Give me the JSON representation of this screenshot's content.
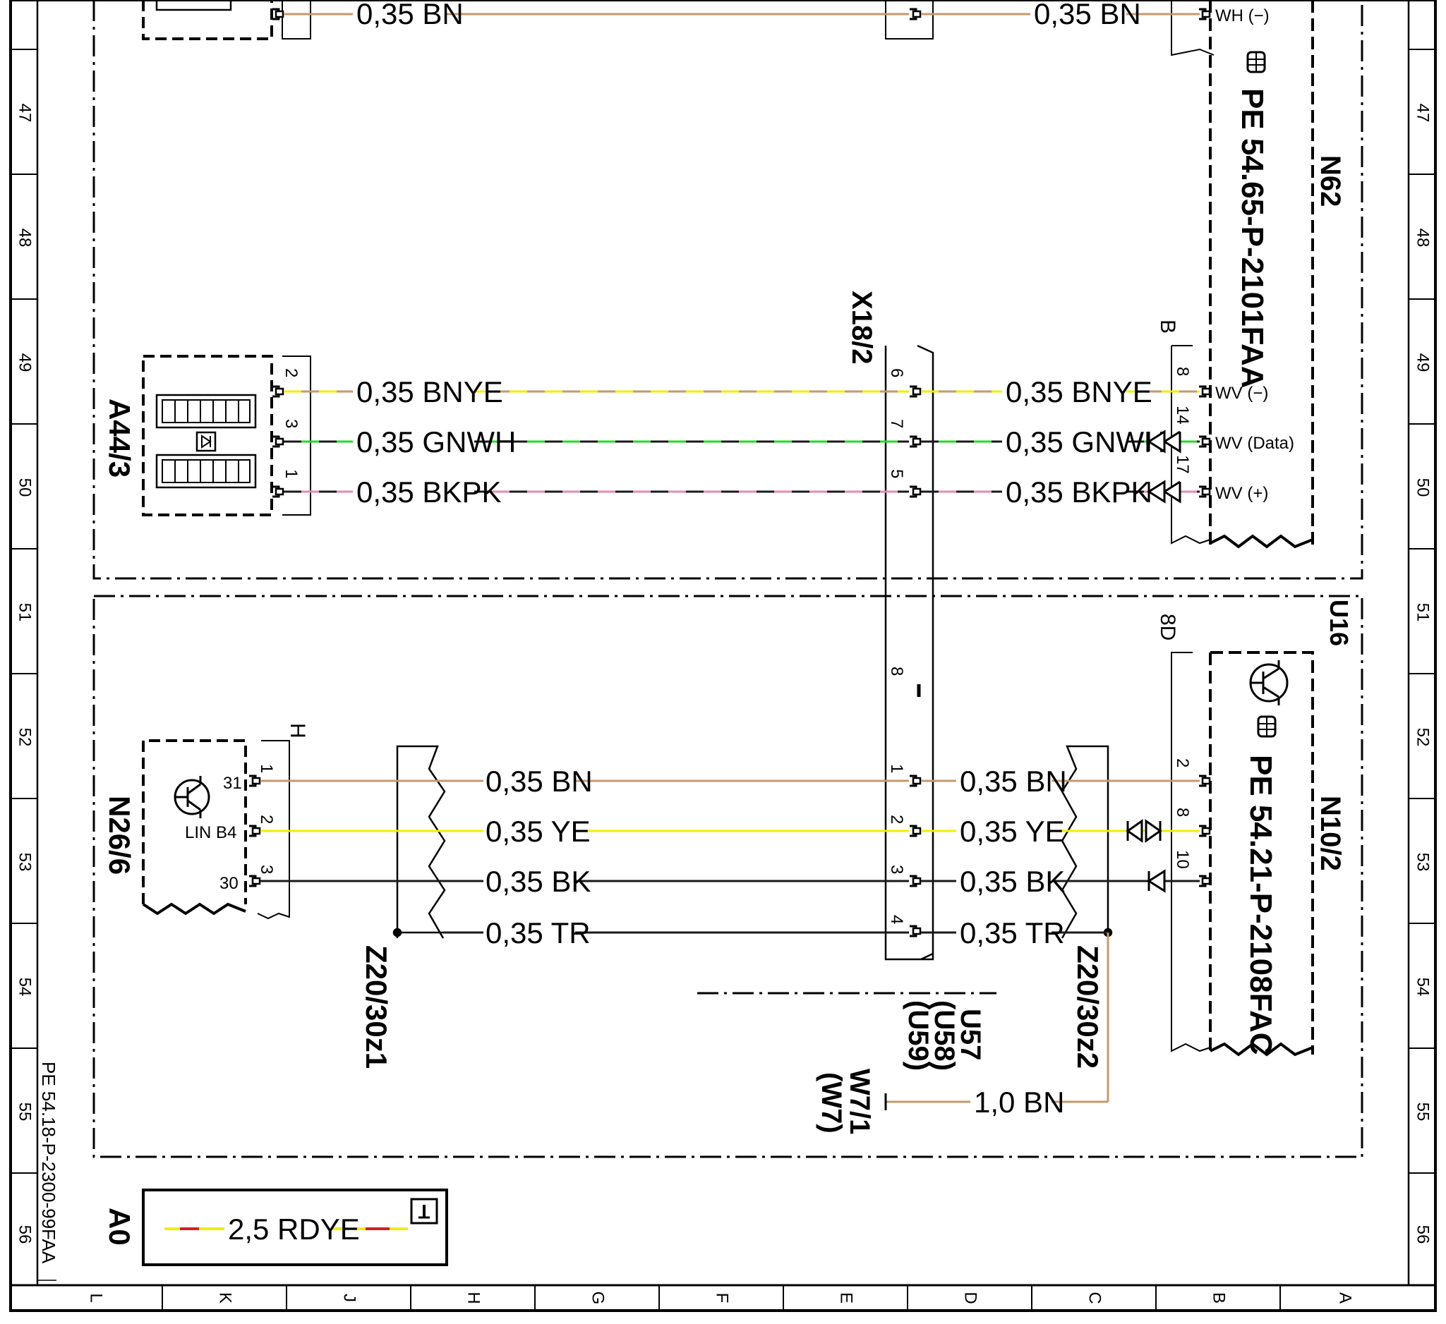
{
  "document": {
    "reference": "PE 54.18-P-2300-99FAA",
    "row_numbers": [
      "47",
      "48",
      "49",
      "50",
      "51",
      "52",
      "53",
      "54",
      "55",
      "56"
    ],
    "column_letters": [
      "L",
      "K",
      "J",
      "H",
      "G",
      "F",
      "E",
      "D",
      "C",
      "B",
      "A"
    ]
  },
  "components": {
    "A44_3": "A44/3",
    "N62": "N62",
    "N62_ref": "PE 54.65-P-2101FAA",
    "X18_2": "X18/2",
    "U16": "U16",
    "N26_6": "N26/6",
    "N10_2": "N10/2",
    "N10_2_ref": "PE 54.21-P-2108FAC",
    "Z20_30z1": "Z20/30z1",
    "Z20_30z2": "Z20/30z2",
    "U57": "U57",
    "U58": "(U58)",
    "U59": "(U59)",
    "W7_1": "W7/1",
    "W7": "(W7)",
    "A0": "A0",
    "conn_B": "B",
    "conn_8D": "8D",
    "conn_H": "H",
    "lin_label": "LIN B4",
    "n26_pin31": "31",
    "n26_pin30": "30"
  },
  "wires": {
    "top_left": "0,35  BN",
    "top_right": "0,35  BN",
    "bnye": "0,35  BNYE",
    "gnwh": "0,35  GNWH",
    "bkpk": "0,35  BKPK",
    "bn": "0,35  BN",
    "ye": "0,35  YE",
    "bk": "0,35  BK",
    "tr": "0,35  TR",
    "ground": "1,0  BN",
    "legend": "2,5  RDYE"
  },
  "pins": {
    "wh_minus": "WH (−)",
    "wv_minus": "WV (−)",
    "wv_data": "WV (Data)",
    "wv_plus": "WV (+)",
    "a44_2": "2",
    "a44_3": "3",
    "a44_1": "1",
    "x18_6": "6",
    "x18_7": "7",
    "x18_5": "5",
    "x18_8": "8",
    "x18_1": "1",
    "x18_2": "2",
    "x18_3": "3",
    "x18_4": "4",
    "n62_8": "8",
    "n62_14": "14",
    "n62_17": "17",
    "n26_1": "1",
    "n26_2": "2",
    "n26_3": "3",
    "n10_2": "2",
    "n10_8": "8",
    "n10_10": "10"
  },
  "colors": {
    "brown": "#c49a6c",
    "yellow": "#f2ee00",
    "green": "#22dd22",
    "pink": "#e58ab0",
    "black": "#1a1a1a",
    "red": "#d42020"
  }
}
